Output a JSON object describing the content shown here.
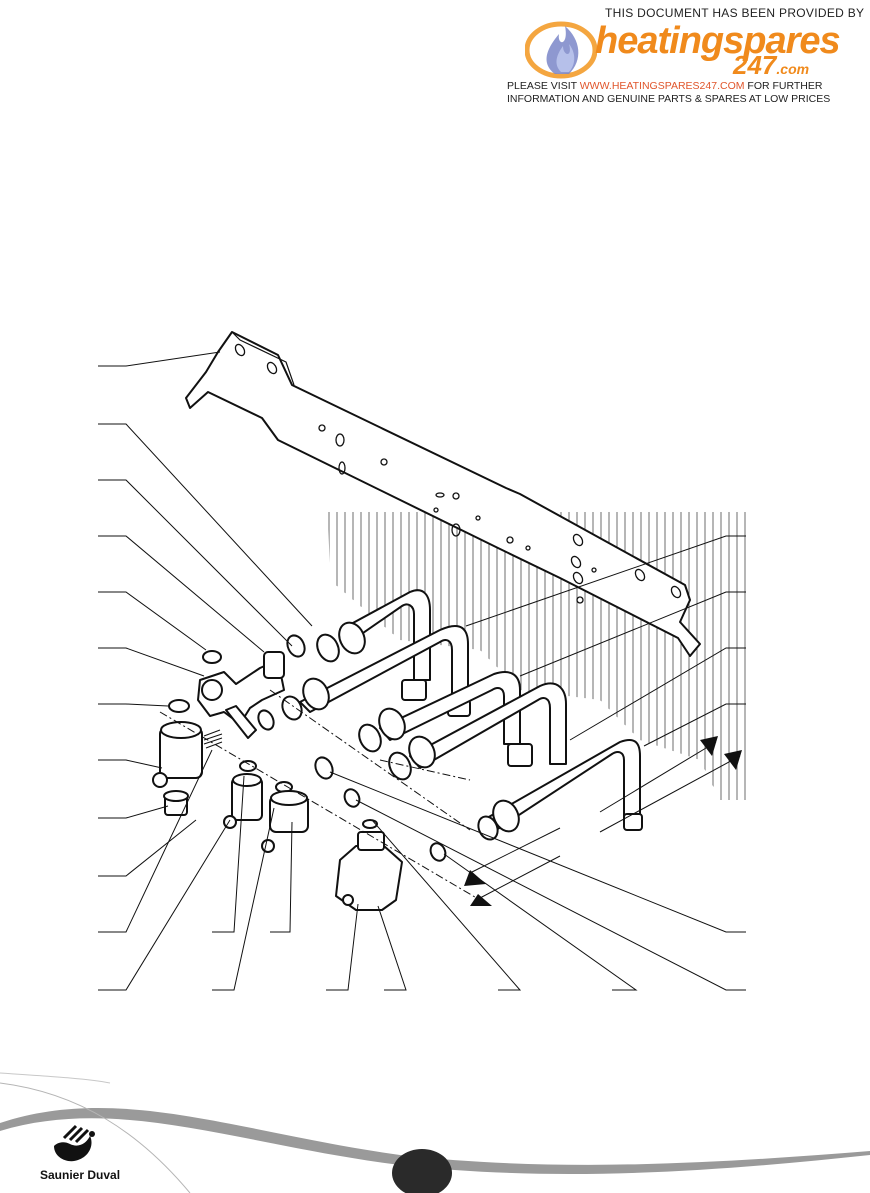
{
  "banner": {
    "provided_by": "THIS DOCUMENT HAS BEEN PROVIDED BY",
    "brand_name": "heatingspares",
    "brand_number": "247",
    "brand_tld": ".com",
    "visit_prefix": "PLEASE VISIT ",
    "url": "WWW.HEATINGSPARES247.COM",
    "visit_suffix": " FOR FURTHER",
    "info_line": "INFORMATION AND GENUINE PARTS & SPARES AT LOW PRICES"
  },
  "footer": {
    "brand": "Saunier Duval"
  },
  "colors": {
    "accent_orange": "#f08a1c",
    "url_red": "#e0552b",
    "swoosh_gray": "#9a9a9a",
    "page_tab": "#2a2a2a"
  }
}
